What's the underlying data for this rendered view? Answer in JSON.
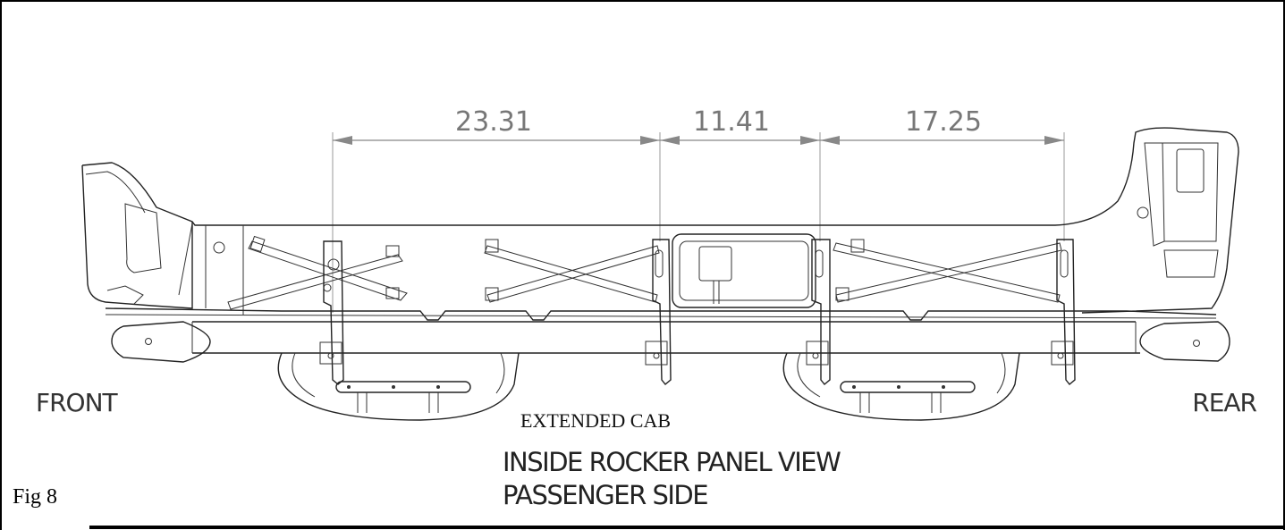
{
  "figure": {
    "label": "Fig 8",
    "subtitle": "EXTENDED CAB",
    "caption_line1": "INSIDE ROCKER PANEL VIEW",
    "caption_line2": "PASSENGER SIDE"
  },
  "orientation": {
    "front": "FRONT",
    "rear": "REAR"
  },
  "dimensions": [
    {
      "label": "23.31"
    },
    {
      "label": "11.41"
    },
    {
      "label": "17.25"
    }
  ]
}
